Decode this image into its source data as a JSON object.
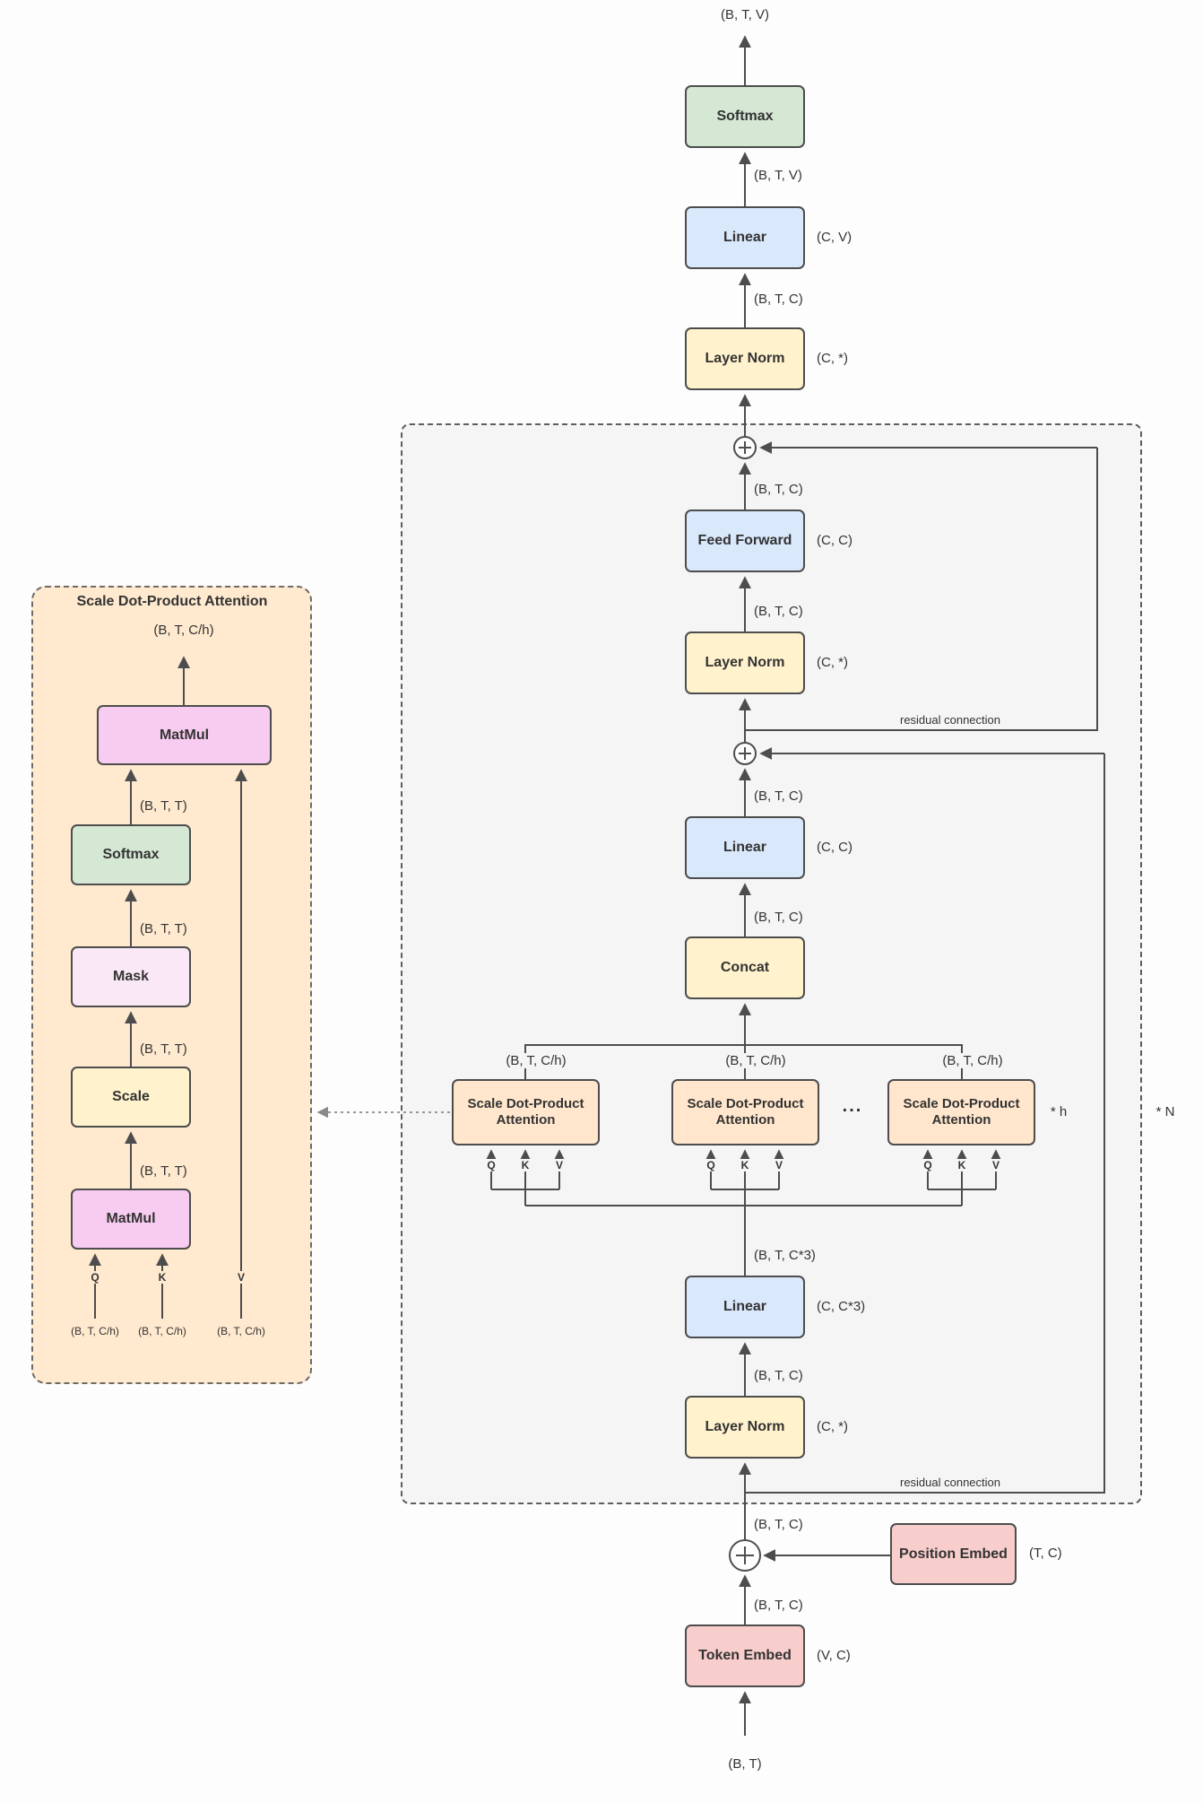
{
  "colors": {
    "softmax_green": "#d5e8d4",
    "linear_blue": "#dae8fc",
    "norm_yellow": "#fff2cc",
    "embed_pink": "#f8cecc",
    "attention_tan": "#ffe6cc",
    "matmul_magenta": "#f8ccf0",
    "mask_lavender": "#fae8f6",
    "panel_bg": "#ffe9cf",
    "block_bg": "#f5f5f5",
    "line": "#4d4d4d"
  },
  "shapes": {
    "btv": "(B, T, V)",
    "btc": "(B, T, C)",
    "btt": "(B, T, T)",
    "btch": "(B, T, C/h)",
    "btc3": "(B, T, C*3)",
    "bt": "(B, T)"
  },
  "boxes": {
    "softmax": "Softmax",
    "linear": "Linear",
    "layer_norm": "Layer Norm",
    "feed_forward": "Feed Forward",
    "concat": "Concat",
    "attention": "Scale Dot-Product Attention",
    "matmul": "MatMul",
    "mask": "Mask",
    "scale": "Scale",
    "token_embed": "Token Embed",
    "position_embed": "Position Embed"
  },
  "dims": {
    "cv": "(C, V)",
    "cstar": "(C, *)",
    "cc": "(C, C)",
    "cc3": "(C, C*3)",
    "tc": "(T, C)",
    "vc": "(V, C)"
  },
  "annotations": {
    "residual": "residual connection",
    "n": "* N",
    "h": "* h",
    "dots": "...",
    "q": "Q",
    "k": "K",
    "v": "V",
    "panel_title": "Scale Dot-Product Attention"
  }
}
